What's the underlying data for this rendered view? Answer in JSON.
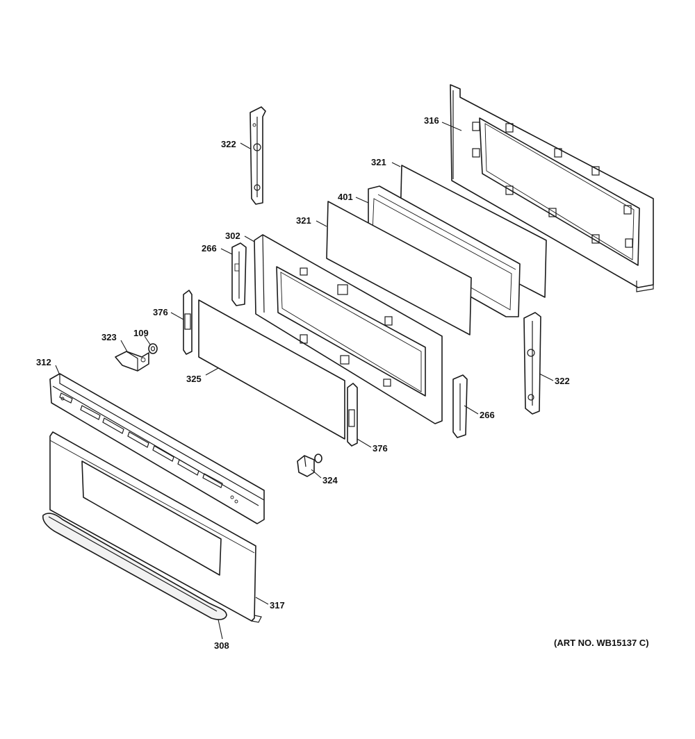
{
  "art_number": "(ART NO. WB15137 C)",
  "callouts": {
    "c316": "316",
    "c321_upper": "321",
    "c401": "401",
    "c321_lower": "321",
    "c322_left": "322",
    "c302": "302",
    "c266_left": "266",
    "c376_upper": "376",
    "c323": "323",
    "c109": "109",
    "c312": "312",
    "c325": "325",
    "c322_right": "322",
    "c266_right": "266",
    "c376_lower": "376",
    "c324": "324",
    "c317": "317",
    "c308": "308"
  }
}
